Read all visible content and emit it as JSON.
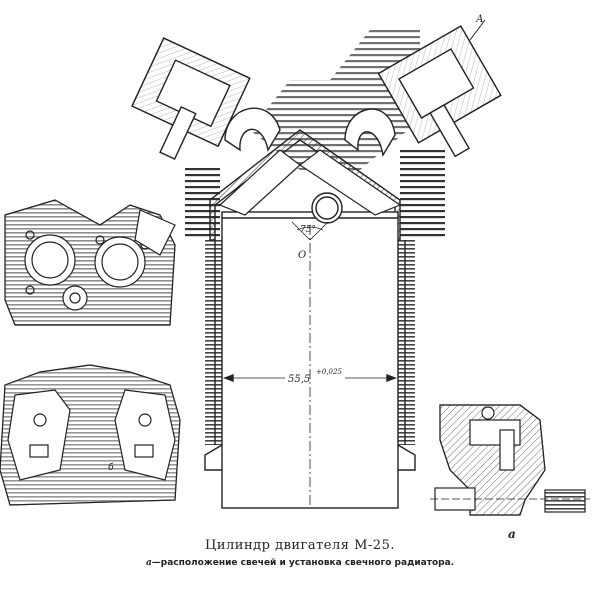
{
  "figure": {
    "title": "Цилиндр двигателя М-25.",
    "subtitle_marker": "а",
    "subtitle_text": "—расположение свечей и установка свечного радиатора.",
    "labels": {
      "section_mark": "А",
      "angle": "75°",
      "center_point": "О",
      "bore_diameter": "55,5",
      "bore_tolerance": "+0,025",
      "inset_label": "а",
      "view_label": "б"
    }
  }
}
